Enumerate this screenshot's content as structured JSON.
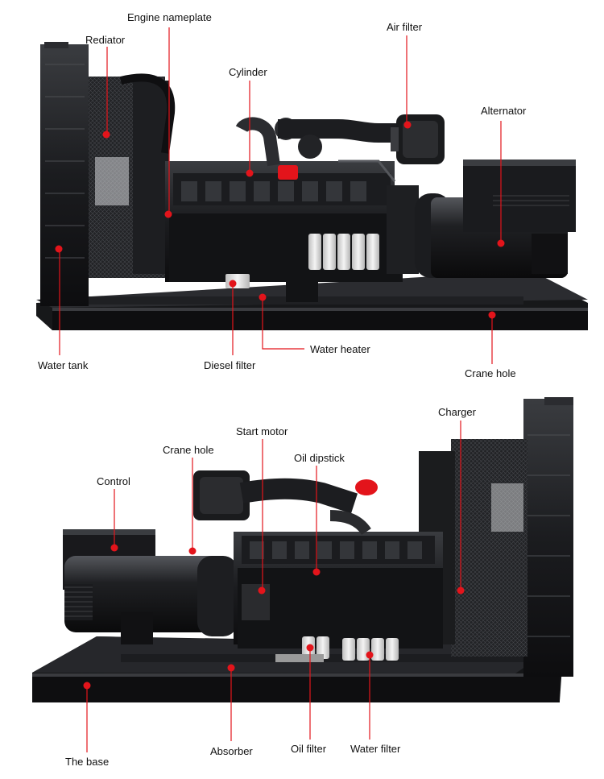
{
  "colors": {
    "accent": "#e3141b",
    "machine_dark": "#141416",
    "machine_mid": "#2a2b2e",
    "machine_light": "#4a4c50",
    "filter_white": "#e9e9e9",
    "text": "#111111"
  },
  "top_figure": {
    "labels": {
      "engine_nameplate": "Engine nameplate",
      "rediator": "Rediator",
      "cylinder": "Cylinder",
      "air_filter": "Air filter",
      "alternator": "Alternator",
      "water_tank": "Water tank",
      "diesel_filter": "Diesel filter",
      "water_heater": "Water heater",
      "crane_hole": "Crane hole"
    }
  },
  "bottom_figure": {
    "labels": {
      "start_motor": "Start motor",
      "charger": "Charger",
      "crane_hole": "Crane hole",
      "oil_dipstick": "Oil dipstick",
      "control": "Control",
      "the_base": "The base",
      "absorber": "Absorber",
      "oil_filter": "Oil filter",
      "water_filter": "Water filter"
    }
  }
}
